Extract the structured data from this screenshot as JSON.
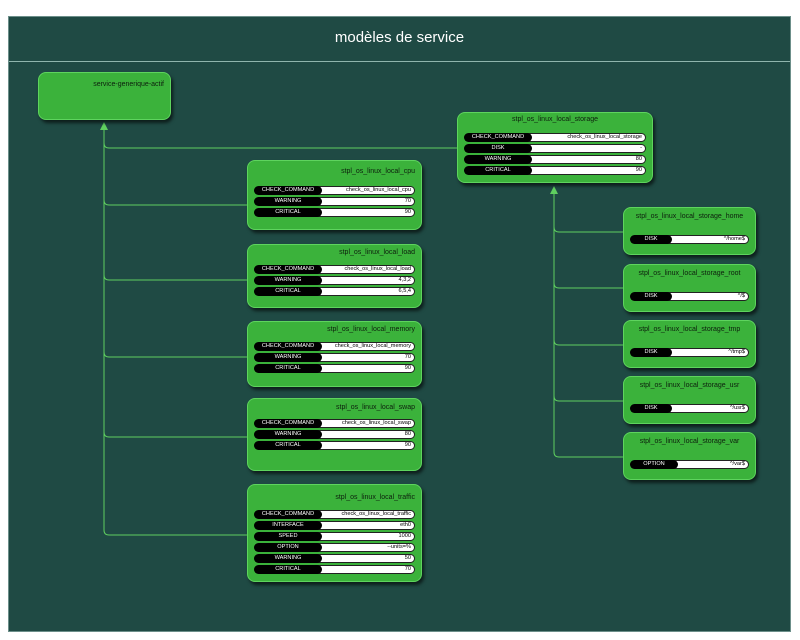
{
  "header": {
    "title": "modèles de service"
  },
  "templates": {
    "root": {
      "name": "service-generique-actif"
    },
    "storage": {
      "name": "stpl_os_linux_local_storage",
      "params": [
        {
          "key": "CHECK_COMMAND",
          "value": "check_os_linux_local_storage"
        },
        {
          "key": "DISK",
          "value": "-"
        },
        {
          "key": "WARNING",
          "value": "80"
        },
        {
          "key": "CRITICAL",
          "value": "90"
        }
      ]
    },
    "cpu": {
      "name": "stpl_os_linux_local_cpu",
      "params": [
        {
          "key": "CHECK_COMMAND",
          "value": "check_os_linux_local_cpu"
        },
        {
          "key": "WARNING",
          "value": "70"
        },
        {
          "key": "CRITICAL",
          "value": "90"
        }
      ]
    },
    "load": {
      "name": "stpl_os_linux_local_load",
      "params": [
        {
          "key": "CHECK_COMMAND",
          "value": "check_os_linux_local_load"
        },
        {
          "key": "WARNING",
          "value": "4,3,2"
        },
        {
          "key": "CRITICAL",
          "value": "6,5,4"
        }
      ]
    },
    "memory": {
      "name": "stpl_os_linux_local_memory",
      "params": [
        {
          "key": "CHECK_COMMAND",
          "value": "check_os_linux_local_memory"
        },
        {
          "key": "WARNING",
          "value": "70"
        },
        {
          "key": "CRITICAL",
          "value": "90"
        }
      ]
    },
    "swap": {
      "name": "stpl_os_linux_local_swap",
      "params": [
        {
          "key": "CHECK_COMMAND",
          "value": "check_os_linux_local_swap"
        },
        {
          "key": "WARNING",
          "value": "80"
        },
        {
          "key": "CRITICAL",
          "value": "90"
        }
      ]
    },
    "traffic": {
      "name": "stpl_os_linux_local_traffic",
      "params": [
        {
          "key": "CHECK_COMMAND",
          "value": "check_os_linux_local_traffic"
        },
        {
          "key": "INTERFACE",
          "value": "eth0"
        },
        {
          "key": "SPEED",
          "value": "1000"
        },
        {
          "key": "OPTION",
          "value": "--units=%"
        },
        {
          "key": "WARNING",
          "value": "50"
        },
        {
          "key": "CRITICAL",
          "value": "70"
        }
      ]
    },
    "storage_home": {
      "name": "stpl_os_linux_local_storage_home",
      "params": [
        {
          "key": "DISK",
          "value": "^/home$"
        }
      ]
    },
    "storage_root": {
      "name": "stpl_os_linux_local_storage_root",
      "params": [
        {
          "key": "DISK",
          "value": "^/$"
        }
      ]
    },
    "storage_tmp": {
      "name": "stpl_os_linux_local_storage_tmp",
      "params": [
        {
          "key": "DISK",
          "value": "^/tmp$"
        }
      ]
    },
    "storage_usr": {
      "name": "stpl_os_linux_local_storage_usr",
      "params": [
        {
          "key": "DISK",
          "value": "^/usr$"
        }
      ]
    },
    "storage_var": {
      "name": "stpl_os_linux_local_storage_var",
      "params": [
        {
          "key": "OPTION",
          "value": "^/var$"
        }
      ]
    }
  },
  "colors": {
    "background": "#1f4a44",
    "node": "#3bb23b",
    "link": "#5fcf5f"
  }
}
